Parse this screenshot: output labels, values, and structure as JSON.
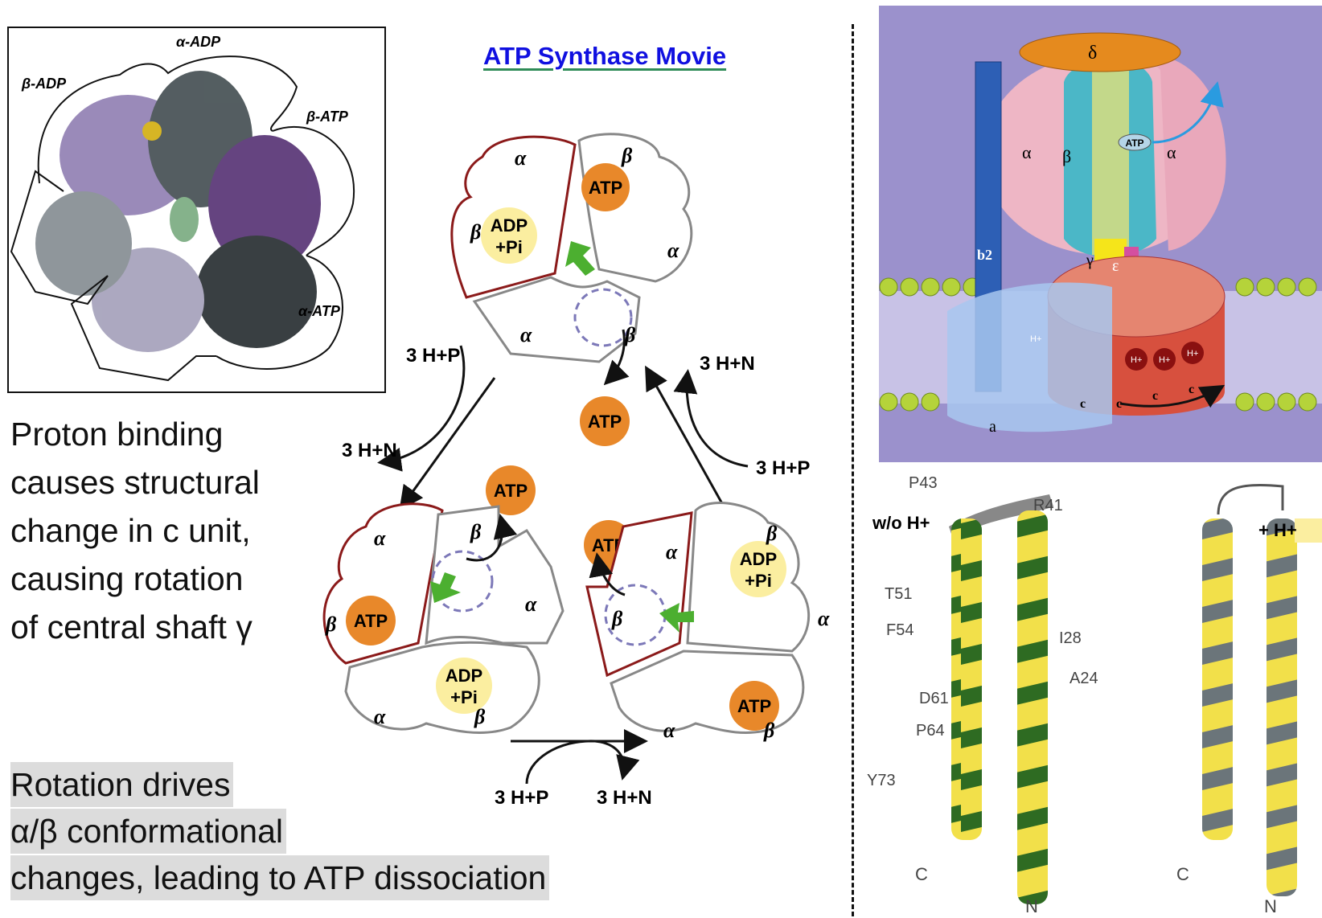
{
  "movie_link": "ATP Synthase Movie",
  "caption_1_lines": [
    "Proton binding",
    "causes structural",
    "change in c unit,",
    "causing rotation",
    "of central shaft γ"
  ],
  "caption_2_lines": [
    "Rotation drives",
    "α/β conformational",
    "changes, leading to ATP dissociation"
  ],
  "crystal_labels": {
    "a_adp": "α-ADP",
    "b_adp": "β-ADP",
    "b_atp": "β-ATP",
    "a_atp": "α-ATP"
  },
  "cycle": {
    "alpha": "α",
    "beta": "β",
    "atp": "ATP",
    "adp": "ADP",
    "pi": "+Pi",
    "proton_P": "3 H+P",
    "proton_N": "3 H+N"
  },
  "schematic": {
    "delta": "δ",
    "alpha": "α",
    "beta": "β",
    "atp": "ATP",
    "gamma": "γ",
    "epsilon": "ε",
    "b2": "b2",
    "a": "a",
    "c": "c",
    "h": "H+"
  },
  "helix": {
    "without_h": "w/o H+",
    "with_h": "+ H+",
    "residues_left": [
      "P43",
      "R41",
      "T51",
      "F54",
      "I28",
      "A24",
      "D61",
      "P64",
      "Y73"
    ],
    "c_label": "C",
    "n_label": "N"
  },
  "colors": {
    "link": "#1010e0",
    "atp_circle": "#e8882a",
    "adp_circle": "#fbeea0",
    "green_arrow": "#4caf30",
    "open_outline": "#8b1a1a",
    "lipid": "#b5d33a",
    "schematic_bg": "#9b91cc"
  }
}
